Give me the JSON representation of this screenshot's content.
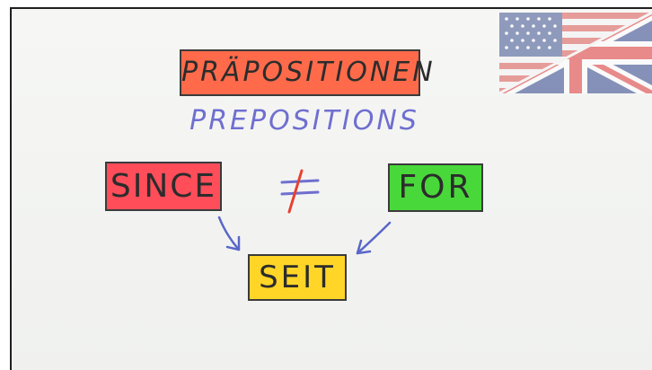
{
  "title": "PRÄPOSITIONEN",
  "subtitle": "PREPOSITIONS",
  "left_word": "SINCE",
  "right_word": "FOR",
  "result_word": "SEIT",
  "not_equal_symbol": "≠",
  "colors": {
    "title_card": "#ff6b4a",
    "subtitle_text": "#6f6fd0",
    "since_card": "#ff4d5a",
    "for_card": "#49d83a",
    "seit_card": "#ffd627",
    "not_equal_bars": "#6f6fd0",
    "not_equal_slash": "#e8402f",
    "arrows": "#5a67c8"
  },
  "icons": {
    "flag": "us-uk-flag-icon",
    "arrow_left": "arrow-down-right-icon",
    "arrow_right": "arrow-down-left-icon"
  }
}
